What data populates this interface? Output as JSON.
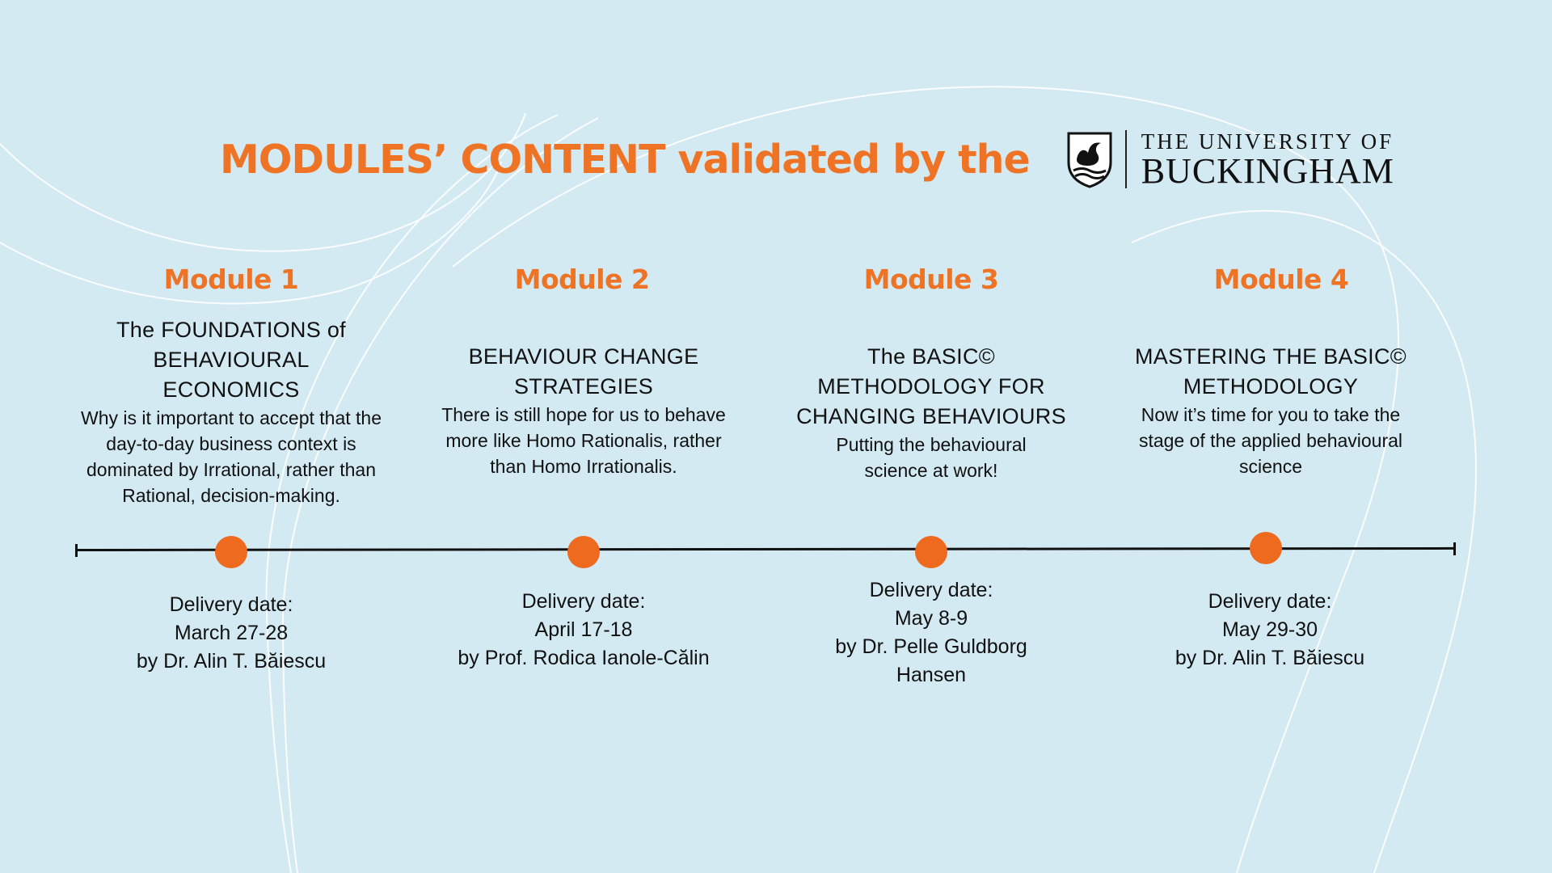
{
  "header": {
    "title": "MODULES’ CONTENT validated by the",
    "logo_line1": "THE UNIVERSITY OF",
    "logo_line2": "BUCKINGHAM"
  },
  "modules": [
    {
      "label": "Module 1",
      "title": "The FOUNDATIONS of BEHAVIOURAL ECONOMICS",
      "description": "Why is it important to accept that the day-to-day business context is dominated by Irrational, rather than Rational, decision-making.",
      "delivery_label": "Delivery date:",
      "date": "March 27-28",
      "presenter": "by Dr. Alin T. Băiescu"
    },
    {
      "label": "Module 2",
      "title": "BEHAVIOUR CHANGE STRATEGIES",
      "description": "There is still hope for us to behave more like Homo Rationalis, rather than Homo Irrationalis.",
      "delivery_label": "Delivery date:",
      "date": "April 17-18",
      "presenter": "by Prof. Rodica Ianole-Călin"
    },
    {
      "label": "Module 3",
      "title": "The BASIC© METHODOLOGY FOR CHANGING BEHAVIOURS",
      "description": "Putting the behavioural science at work!",
      "delivery_label": "Delivery date:",
      "date": "May 8-9",
      "presenter": "by Dr. Pelle Guldborg Hansen"
    },
    {
      "label": "Module 4",
      "title": "MASTERING THE BASIC© METHODOLOGY",
      "description": "Now it’s time for you to take the stage of the applied behavioural science",
      "delivery_label": "Delivery date:",
      "date": "May 29-30",
      "presenter": "by Dr. Alin T. Băiescu"
    }
  ],
  "colors": {
    "background": "#d3eaf2",
    "accent": "#ee7325",
    "text": "#111111"
  },
  "icons": [
    "swan-crest-icon"
  ]
}
